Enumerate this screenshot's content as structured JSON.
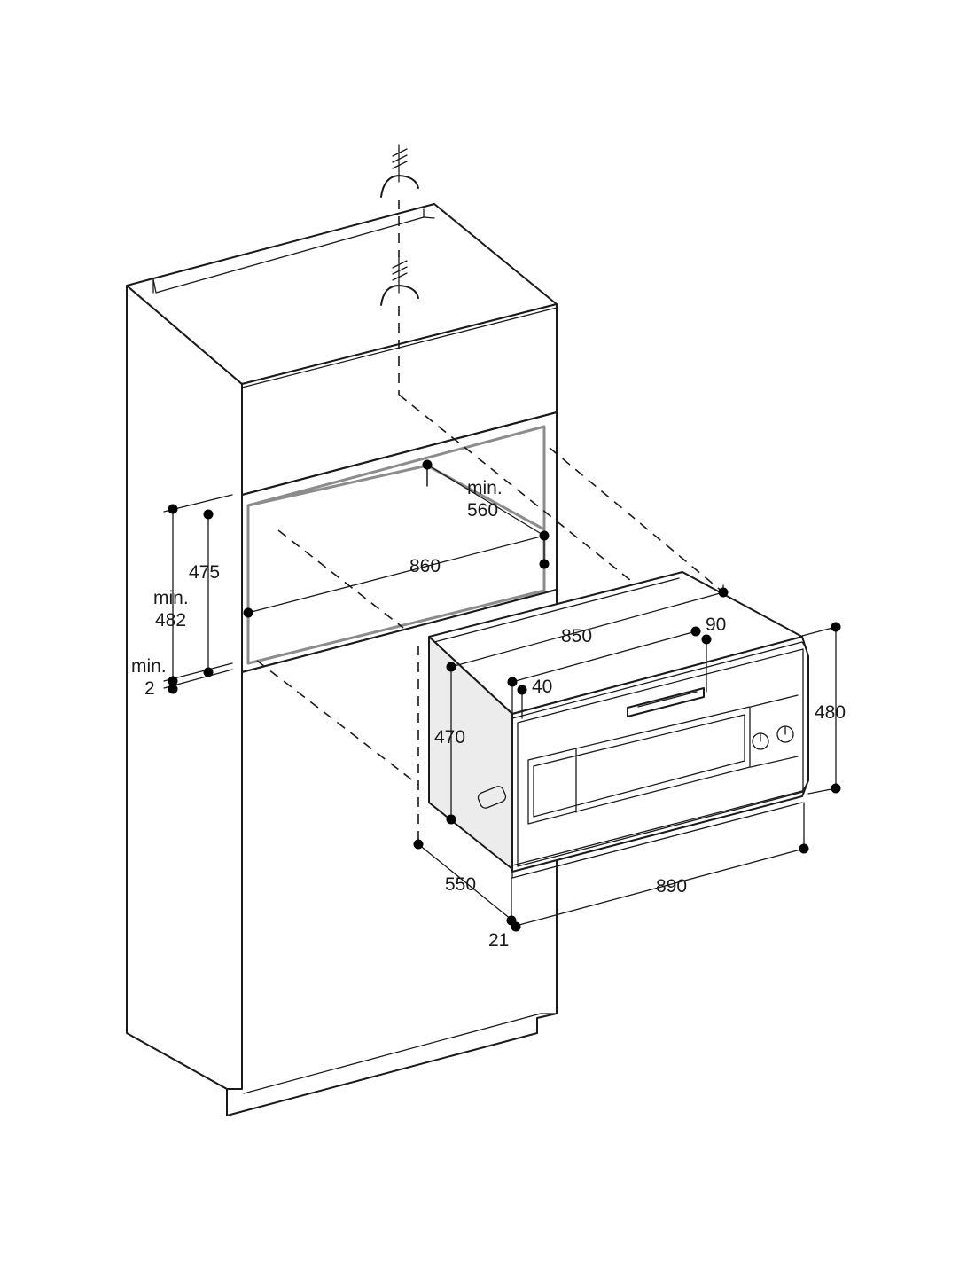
{
  "dimensions": {
    "niche_depth_min": {
      "prefix": "min.",
      "value": "560"
    },
    "niche_width": "860",
    "niche_height": "475",
    "niche_height_min": {
      "prefix": "min.",
      "value": "482"
    },
    "gap_min": {
      "prefix": "min.",
      "value": "2"
    },
    "appliance_width": "850",
    "handle_offset": "90",
    "front_step": "40",
    "appliance_height": "470",
    "front_height": "480",
    "appliance_depth": "550",
    "front_width": "890",
    "front_thickness": "21"
  }
}
